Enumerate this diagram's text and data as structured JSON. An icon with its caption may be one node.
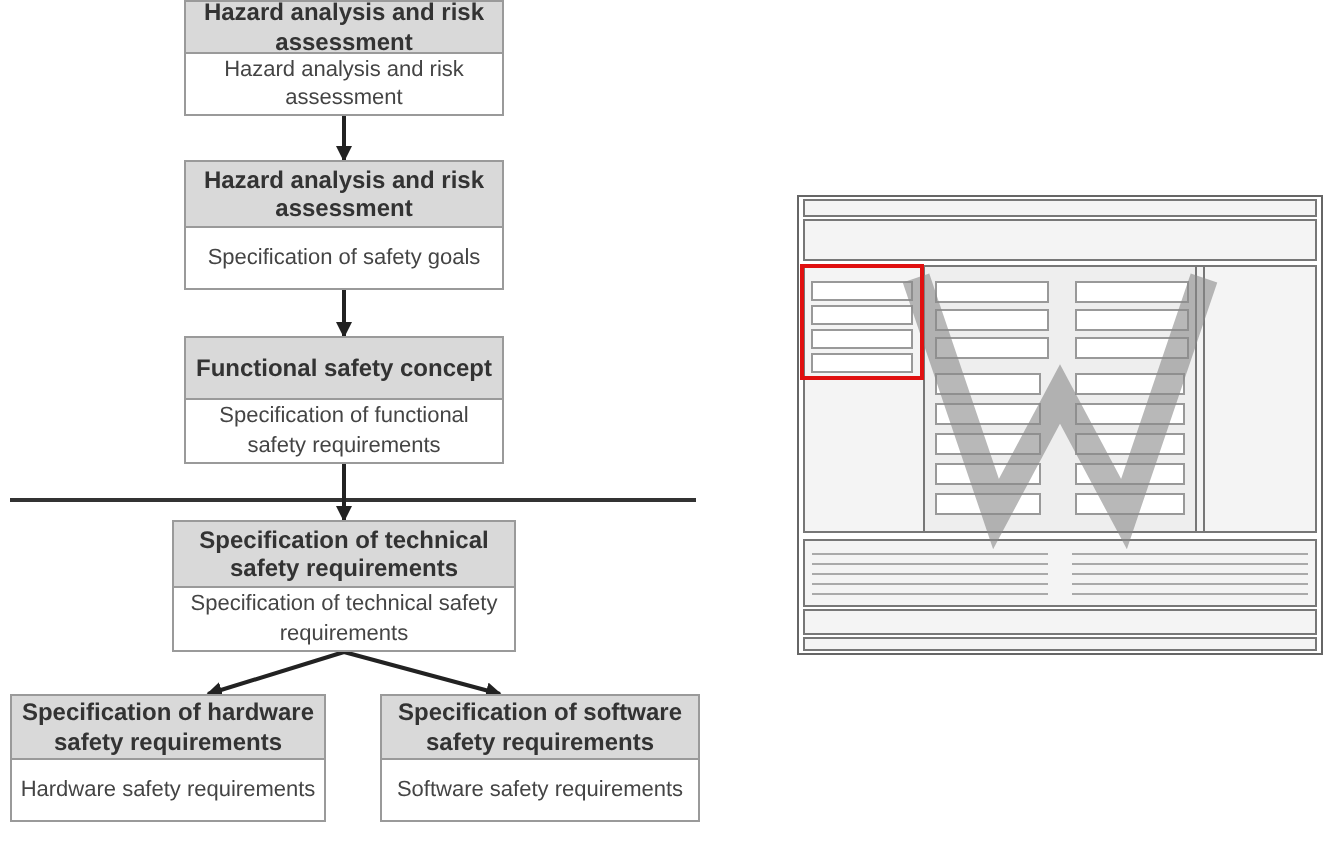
{
  "diagram": {
    "nodes": [
      {
        "text": [
          "Hazard analysis and risk assessment",
          "Hazard analysis and risk assessment"
        ]
      },
      {
        "text": [
          "Hazard analysis and risk assessment",
          "Specification of safety goals"
        ]
      },
      {
        "text": [
          "Functional safety concept",
          "Specification of functional safety requirements"
        ]
      },
      {
        "text": [
          "Specification of technical safety requirements",
          "Specification of technical safety requirements"
        ]
      },
      {
        "text": [
          "Specification of hardware safety requirements",
          "Hardware safety requirements"
        ]
      },
      {
        "text": [
          "Specification of software safety requirements",
          "Software safety requirements"
        ]
      },
      {
        "text": [],
        "shape": "picture"
      }
    ],
    "edges": [
      {
        "from": 0,
        "to": 1,
        "arrow": "to"
      },
      {
        "from": 1,
        "to": 2,
        "arrow": "to"
      },
      {
        "from": 2,
        "to": 3,
        "arrow": "to"
      },
      {
        "from": 3,
        "to": 4,
        "arrow": "to"
      },
      {
        "from": 3,
        "to": 5,
        "arrow": "to"
      }
    ]
  }
}
